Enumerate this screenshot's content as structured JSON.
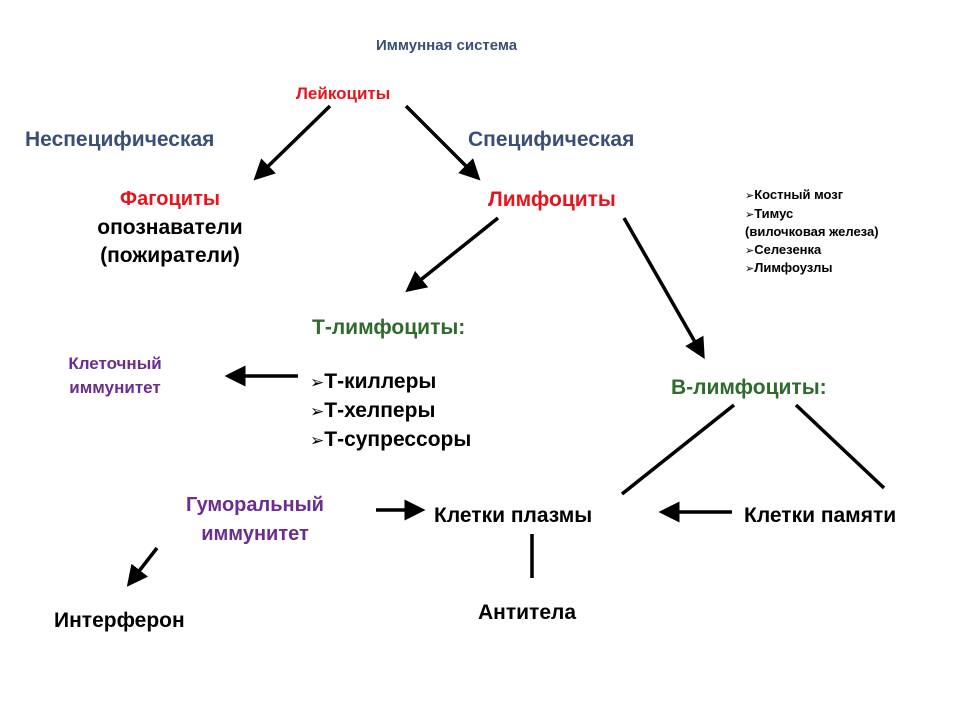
{
  "title": "Иммунная система",
  "leukocytes": "Лейкоциты",
  "nonspecific": "Неспецифическая",
  "specific": "Специфическая",
  "phagocytes": "Фагоциты",
  "phagocytes_desc_1": "опознаватели",
  "phagocytes_desc_2": "(пожиратели)",
  "lymphocytes": "Лимфоциты",
  "organs": [
    "Костный мозг",
    "Тимус",
    "(вилочковая железа)",
    "Селезенка",
    "Лимфоузлы"
  ],
  "organs_marked": [
    true,
    true,
    false,
    true,
    true
  ],
  "t_lymphocytes": "Т-лимфоциты:",
  "t_types": [
    "Т-киллеры",
    "Т-хелперы",
    "Т-супрессоры"
  ],
  "cellular_immunity_1": "Клеточный",
  "cellular_immunity_2": "иммунитет",
  "b_lymphocytes": "В-лимфоциты:",
  "humoral_immunity_1": "Гуморальный",
  "humoral_immunity_2": "иммунитет",
  "plasma_cells": "Клетки плазмы",
  "memory_cells": "Клетки памяти",
  "interferon": "Интерферон",
  "antibodies": "Антитела",
  "check_mark": "➢"
}
